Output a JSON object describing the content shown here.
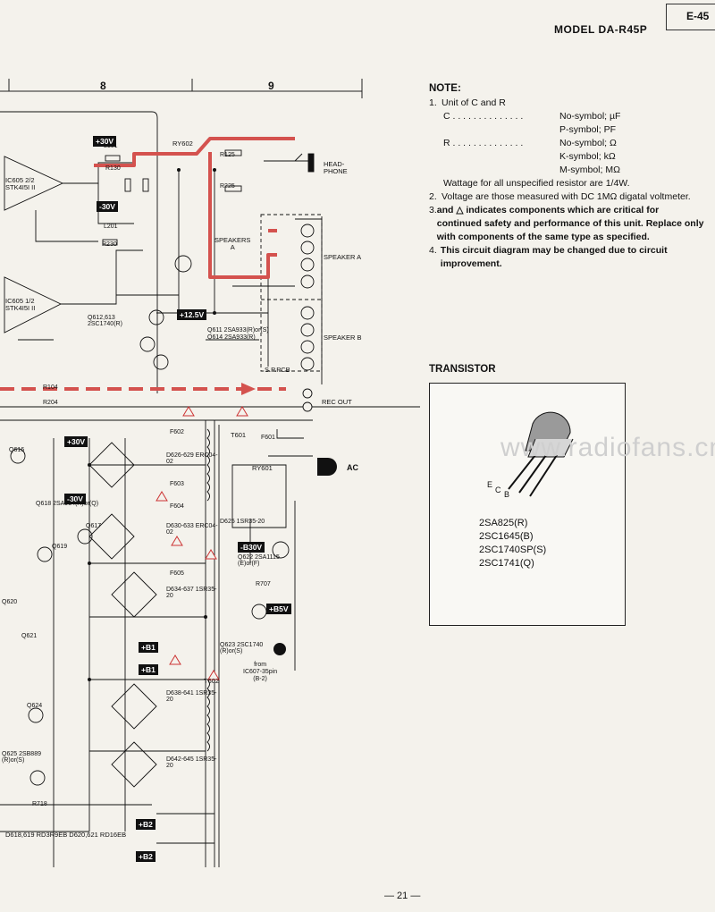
{
  "header": {
    "model": "MODEL  DA-R45P",
    "doc_code": "E-45"
  },
  "grid_columns": [
    "8",
    "9"
  ],
  "notes": {
    "title": "NOTE:",
    "item1_title": "Unit of C and R",
    "units": [
      {
        "label": "C . . . . . . . . . . . . . .",
        "value": "No-symbol; µF"
      },
      {
        "label": "",
        "value": "P-symbol; PF"
      },
      {
        "label": "R . . . . . . . . . . . . . .",
        "value": "No-symbol; Ω"
      },
      {
        "label": "",
        "value": "K-symbol; kΩ"
      },
      {
        "label": "",
        "value": "M-symbol; MΩ"
      }
    ],
    "wattage": "Wattage for all unspecified resistor are 1/4W.",
    "item2": "Voltage are those measured with DC 1MΩ digatal voltmeter.",
    "item3": "and △ indicates components which are critical for continued safety and performance of this unit. Replace only with components of the same type as specified.",
    "item4": "This circuit diagram may be changed due to circuit improvement."
  },
  "transistor": {
    "title": "TRANSISTOR",
    "pins": {
      "e": "E",
      "c": "C",
      "b": "B"
    },
    "parts": [
      "2SA825(R)",
      "2SC1645(B)",
      "2SC1740SP(S)",
      "2SC1741(Q)"
    ]
  },
  "schematic": {
    "ic_top": [
      "IC605 2/2",
      "STK4I5I II"
    ],
    "ic_bottom": [
      "IC605 1/2",
      "STK4I5I II"
    ],
    "relay": "RY602",
    "headphone": [
      "HEAD-",
      "PHONE"
    ],
    "speakers_label": [
      "SPEAKERS",
      "A"
    ],
    "speaker_a": "SPEAKER A",
    "speaker_b": "SPEAKER B",
    "sp_pcb": "S.P.PCB",
    "rec_out": [
      "REC OUT"
    ],
    "ac": "AC",
    "rails": [
      "+30V",
      "-30V",
      "+12.5V",
      "+30V",
      "-30V",
      "-B30V",
      "+B5V",
      "+B1",
      "+B1",
      "+B2",
      "+B2"
    ],
    "ry601": "RY601",
    "transformers": [
      "T601",
      "T602"
    ],
    "fuses": [
      "F602",
      "F601",
      "F603",
      "F604",
      "F605"
    ],
    "q_labels": [
      "Q612,613 2SC1740(R)",
      "Q611 2SA933(R)or(S)",
      "Q614 2SA933(R)",
      "Q618 2SA934(R)or(Q)",
      "Q622 2SA1115 (E)or(F)",
      "Q623 2SC1740 (R)or(S)",
      "Q625 2SB889 (R)or(S)"
    ],
    "diodes": [
      "D626-629 ERC04-02",
      "D630-633 ERC04-02",
      "D634-637 1SR35-20",
      "D638-641 1SR35-20",
      "D642-645 1SR35-20",
      "D625 1SR35-20"
    ],
    "bottom_line": "D618,619  RD3R9EB   D620,621  RD16EB",
    "from_ic": [
      "from",
      "IC607-35pin",
      "(B-2)"
    ],
    "misc": [
      "R104",
      "R204",
      "R125",
      "R225",
      "L101",
      "L201",
      "R130",
      "R230",
      "Q616",
      "Q617",
      "Q619",
      "Q620",
      "Q621",
      "Q624",
      "R707",
      "R718"
    ]
  },
  "page_number": "— 21 —",
  "watermark": "www.radiofans.cn",
  "colors": {
    "highlight": "#d4524e",
    "ink": "#111111",
    "paper": "#f4f2ec"
  }
}
